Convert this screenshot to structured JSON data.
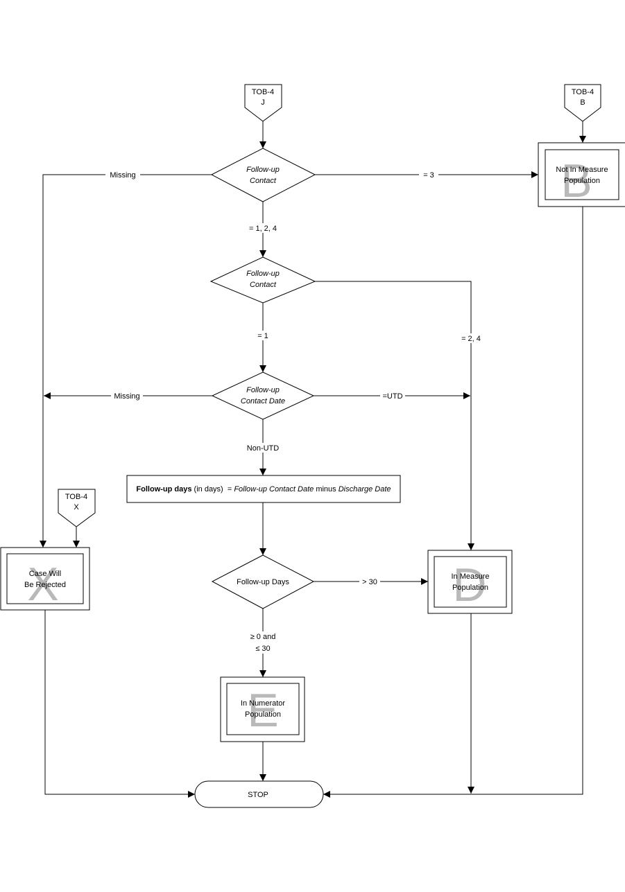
{
  "connectors": {
    "tob4_j": {
      "line1": "TOB-4",
      "line2": "J"
    },
    "tob4_b": {
      "line1": "TOB-4",
      "line2": "B"
    },
    "tob4_x": {
      "line1": "TOB-4",
      "line2": "X"
    }
  },
  "decisions": {
    "d1": {
      "line1": "Follow-up",
      "line2": "Contact"
    },
    "d2": {
      "line1": "Follow-up",
      "line2": "Contact"
    },
    "d3": {
      "line1": "Follow-up",
      "line2": "Contact Date"
    },
    "d4": {
      "line1": "Follow-up Days"
    }
  },
  "process": {
    "label_bold": "Follow-up days",
    "label_mid": " (in days)  = ",
    "label_italic1": "Follow-up Contact Date",
    "label_minus": " minus ",
    "label_italic2": "Discharge Date"
  },
  "outcomes": {
    "b": {
      "letter": "B",
      "line1": "Not In Measure",
      "line2": "Population"
    },
    "x": {
      "letter": "X",
      "line1": "Case Will",
      "line2": "Be Rejected"
    },
    "d": {
      "letter": "D",
      "line1": "In Measure",
      "line2": "Population"
    },
    "e": {
      "letter": "E",
      "line1": "In Numerator",
      "line2": "Population"
    }
  },
  "terminator": {
    "label": "STOP"
  },
  "edge_labels": {
    "missing1": "Missing",
    "eq3": "= 3",
    "eq124": "= 1, 2, 4",
    "eq1": "= 1",
    "eq24": "= 2, 4",
    "missing2": "Missing",
    "utd": "=UTD",
    "nonutd": "Non-UTD",
    "gt30": "> 30",
    "ge0_line1": "≥ 0 and",
    "ge0_line2": "≤ 30"
  }
}
